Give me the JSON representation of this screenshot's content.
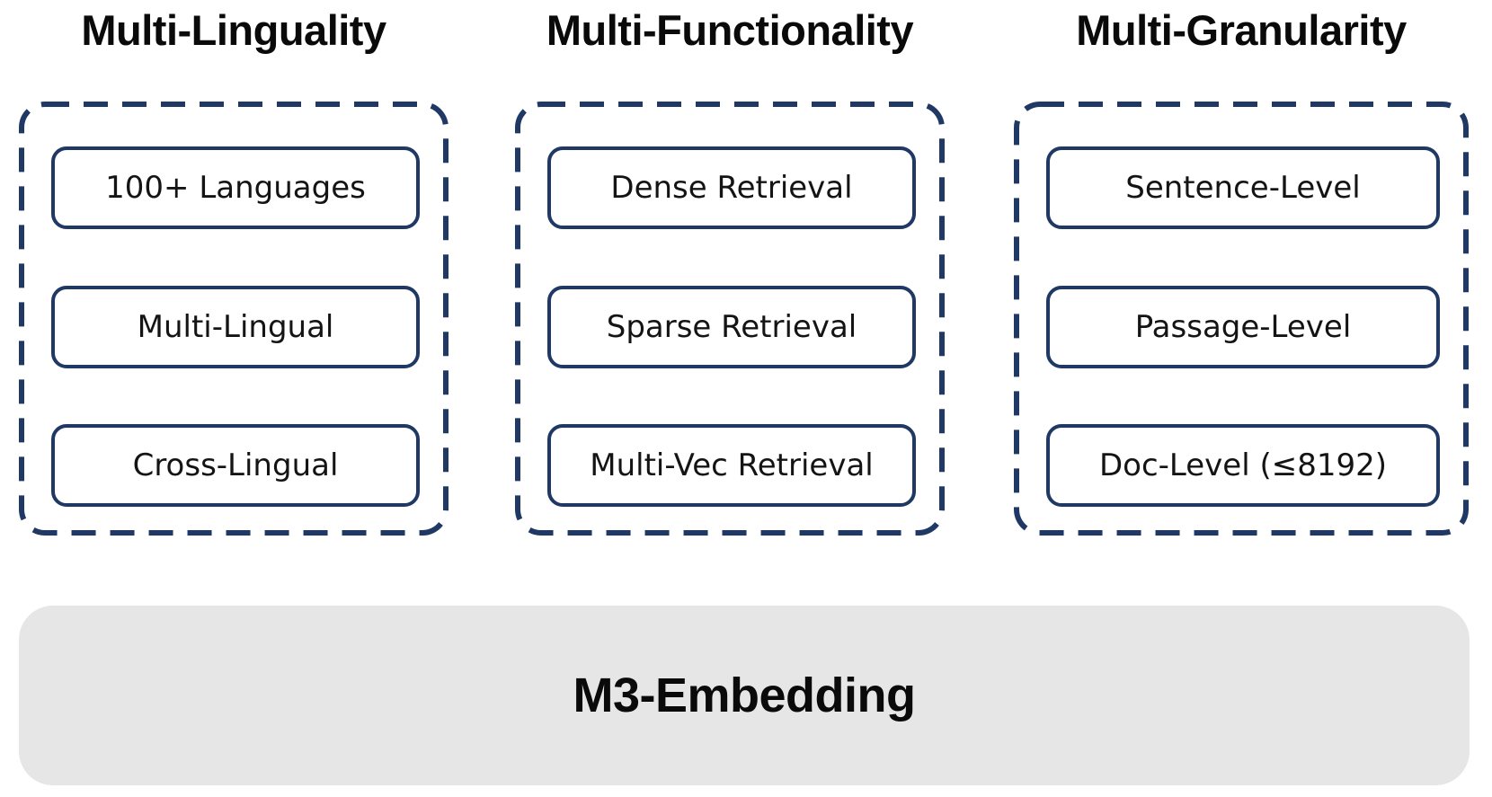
{
  "columns": [
    {
      "title": "Multi-Linguality",
      "items": [
        "100+ Languages",
        "Multi-Lingual",
        "Cross-Lingual"
      ]
    },
    {
      "title": "Multi-Functionality",
      "items": [
        "Dense Retrieval",
        "Sparse Retrieval",
        "Multi-Vec Retrieval"
      ]
    },
    {
      "title": "Multi-Granularity",
      "items": [
        "Sentence-Level",
        "Passage-Level",
        "Doc-Level (≤8192)"
      ]
    }
  ],
  "footer": {
    "label": "M3-Embedding"
  },
  "colors": {
    "navy": "#1F3864",
    "banner_bg": "#E6E6E6",
    "text": "#141414"
  }
}
